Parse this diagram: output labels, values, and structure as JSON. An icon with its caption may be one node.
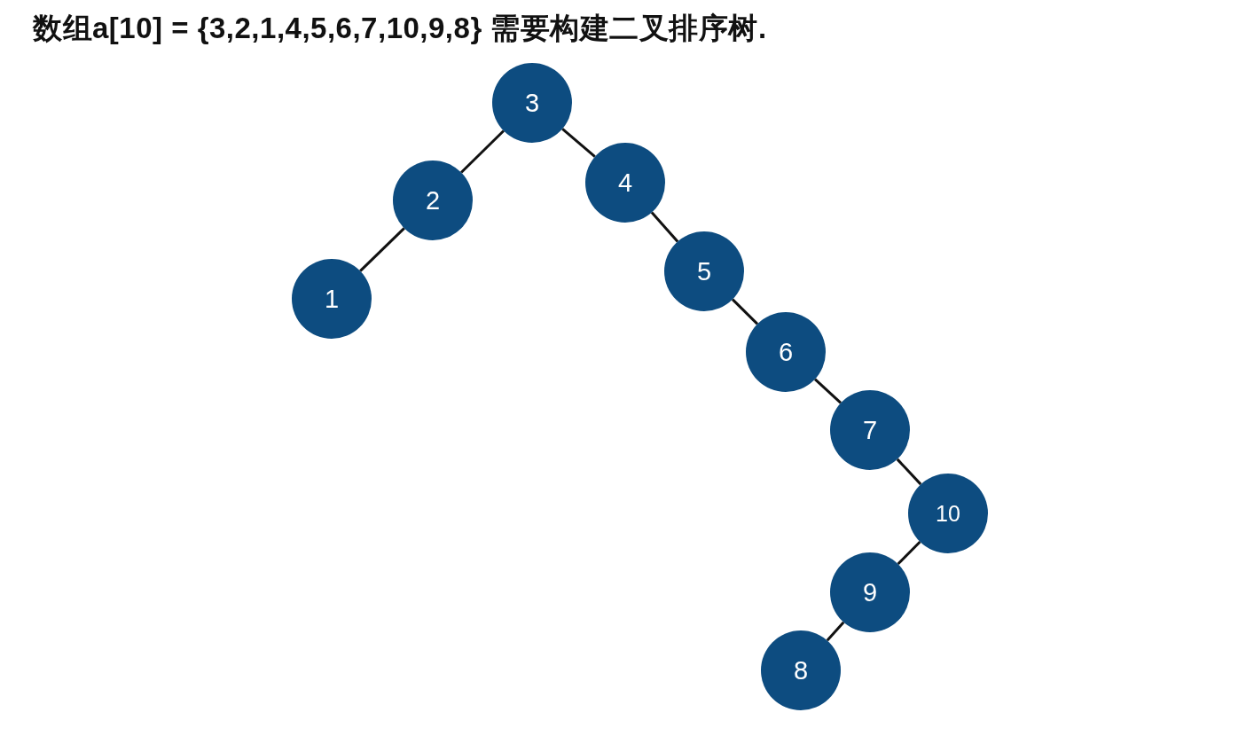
{
  "diagram": {
    "title": "数组a[10] = {3,2,1,4,5,6,7,10,9,8} 需要构建二叉排序树.",
    "nodes": [
      {
        "text": [
          "3"
        ]
      },
      {
        "text": [
          "2"
        ]
      },
      {
        "text": [
          "4"
        ]
      },
      {
        "text": [
          "1"
        ]
      },
      {
        "text": [
          "5"
        ]
      },
      {
        "text": [
          "6"
        ]
      },
      {
        "text": [
          "7"
        ]
      },
      {
        "text": [
          "10"
        ]
      },
      {
        "text": [
          "9"
        ]
      },
      {
        "text": [
          "8"
        ]
      }
    ],
    "edges": [
      {
        "from": 0,
        "to": 1,
        "arrow": "none"
      },
      {
        "from": 0,
        "to": 2,
        "arrow": "none"
      },
      {
        "from": 1,
        "to": 3,
        "arrow": "none"
      },
      {
        "from": 2,
        "to": 4,
        "arrow": "none"
      },
      {
        "from": 4,
        "to": 5,
        "arrow": "none"
      },
      {
        "from": 5,
        "to": 6,
        "arrow": "none"
      },
      {
        "from": 6,
        "to": 7,
        "arrow": "none"
      },
      {
        "from": 7,
        "to": 8,
        "arrow": "none"
      },
      {
        "from": 8,
        "to": 9,
        "arrow": "none"
      }
    ]
  }
}
